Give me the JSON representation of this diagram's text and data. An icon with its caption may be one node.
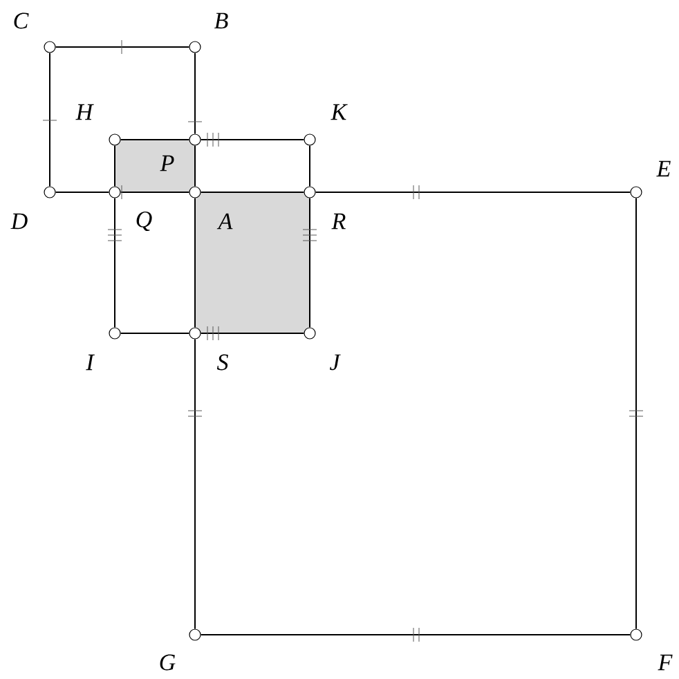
{
  "diagram": {
    "nodes": [
      {
        "text": [],
        "shape": "circle",
        "beside": [
          "C"
        ]
      },
      {
        "text": [],
        "shape": "circle",
        "beside": [
          "B"
        ]
      },
      {
        "text": [],
        "shape": "circle",
        "beside": [
          "H"
        ]
      },
      {
        "text": [],
        "shape": "circle",
        "beside": [
          "K"
        ]
      },
      {
        "text": [],
        "shape": "circle",
        "beside": [
          "P"
        ]
      },
      {
        "text": [],
        "shape": "circle",
        "beside": [
          "D"
        ]
      },
      {
        "text": [],
        "shape": "circle",
        "beside": [
          "Q"
        ]
      },
      {
        "text": [],
        "shape": "circle",
        "beside": [
          "A"
        ]
      },
      {
        "text": [],
        "shape": "circle",
        "beside": [
          "R"
        ]
      },
      {
        "text": [],
        "shape": "circle",
        "beside": [
          "E"
        ]
      },
      {
        "text": [],
        "shape": "circle",
        "beside": [
          "I"
        ]
      },
      {
        "text": [],
        "shape": "circle",
        "beside": [
          "S"
        ]
      },
      {
        "text": [],
        "shape": "circle",
        "beside": [
          "J"
        ]
      },
      {
        "text": [],
        "shape": "circle",
        "beside": [
          "G"
        ]
      },
      {
        "text": [],
        "shape": "circle",
        "beside": [
          "F"
        ]
      }
    ],
    "edges": [
      {
        "from": 0,
        "to": 1,
        "arrow": "none"
      },
      {
        "from": 0,
        "to": 5,
        "arrow": "none"
      },
      {
        "from": 1,
        "to": 4,
        "arrow": "none"
      },
      {
        "from": 4,
        "to": 7,
        "arrow": "none"
      },
      {
        "from": 5,
        "to": 6,
        "arrow": "none"
      },
      {
        "from": 6,
        "to": 7,
        "arrow": "none"
      },
      {
        "from": 7,
        "to": 8,
        "arrow": "none"
      },
      {
        "from": 8,
        "to": 9,
        "arrow": "none"
      },
      {
        "from": 2,
        "to": 4,
        "arrow": "none"
      },
      {
        "from": 4,
        "to": 3,
        "arrow": "none"
      },
      {
        "from": 3,
        "to": 8,
        "arrow": "none"
      },
      {
        "from": 2,
        "to": 6,
        "arrow": "none"
      },
      {
        "from": 6,
        "to": 10,
        "arrow": "none"
      },
      {
        "from": 10,
        "to": 11,
        "arrow": "none"
      },
      {
        "from": 11,
        "to": 12,
        "arrow": "none"
      },
      {
        "from": 8,
        "to": 12,
        "arrow": "none"
      },
      {
        "from": 7,
        "to": 11,
        "arrow": "none"
      },
      {
        "from": 11,
        "to": 13,
        "arrow": "none"
      },
      {
        "from": 9,
        "to": 14,
        "arrow": "none"
      },
      {
        "from": 13,
        "to": 14,
        "arrow": "none"
      }
    ]
  }
}
